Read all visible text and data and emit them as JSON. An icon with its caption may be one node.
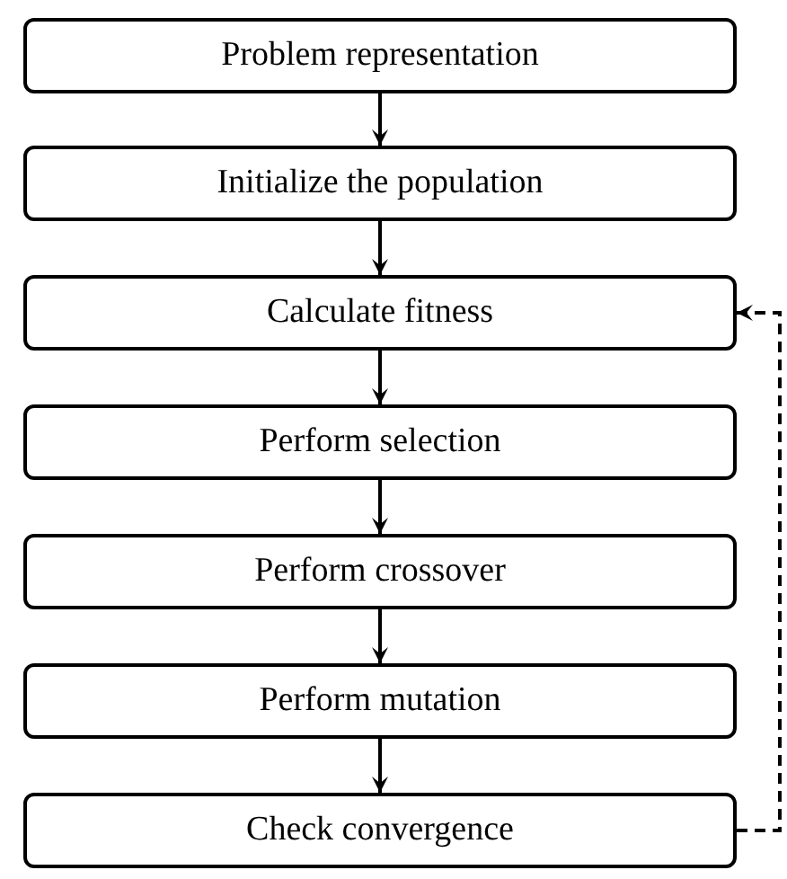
{
  "diagram": {
    "nodes": [
      {
        "text": [
          "Problem representation"
        ]
      },
      {
        "text": [
          "Initialize the population"
        ]
      },
      {
        "text": [
          "Calculate fitness"
        ]
      },
      {
        "text": [
          "Perform selection"
        ]
      },
      {
        "text": [
          "Perform crossover"
        ]
      },
      {
        "text": [
          "Perform mutation"
        ]
      },
      {
        "text": [
          "Check convergence"
        ]
      }
    ],
    "edges": [
      {
        "from": 0,
        "to": 1,
        "arrow": "to"
      },
      {
        "from": 1,
        "to": 2,
        "arrow": "to"
      },
      {
        "from": 2,
        "to": 3,
        "arrow": "to"
      },
      {
        "from": 3,
        "to": 4,
        "arrow": "to"
      },
      {
        "from": 4,
        "to": 5,
        "arrow": "to"
      },
      {
        "from": 5,
        "to": 6,
        "arrow": "to"
      },
      {
        "from": 6,
        "to": 2,
        "arrow": "to",
        "style": "dashed"
      }
    ]
  }
}
